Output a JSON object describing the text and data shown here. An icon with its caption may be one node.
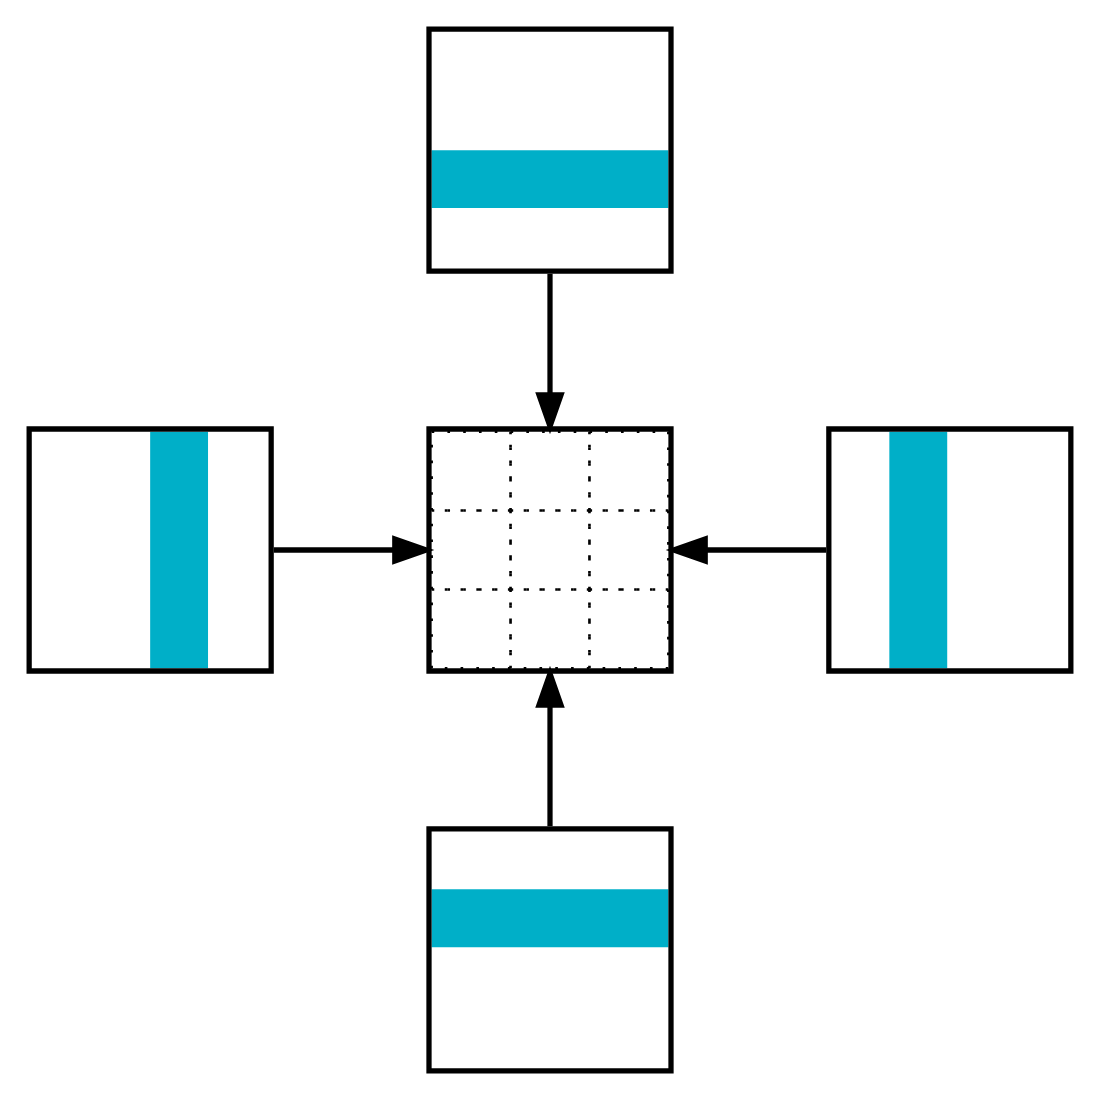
{
  "diagram": {
    "nodes": [
      {
        "text": [],
        "shape": "box"
      },
      {
        "text": [],
        "shape": "box"
      },
      {
        "text": [],
        "shape": "box"
      },
      {
        "text": [],
        "shape": "box"
      },
      {
        "text": [],
        "shape": "box"
      }
    ],
    "edges": [
      {
        "from": 0,
        "to": 2,
        "arrow": "to"
      },
      {
        "from": 1,
        "to": 2,
        "arrow": "to"
      },
      {
        "from": 3,
        "to": 2,
        "arrow": "to"
      },
      {
        "from": 4,
        "to": 2,
        "arrow": "to"
      }
    ]
  }
}
